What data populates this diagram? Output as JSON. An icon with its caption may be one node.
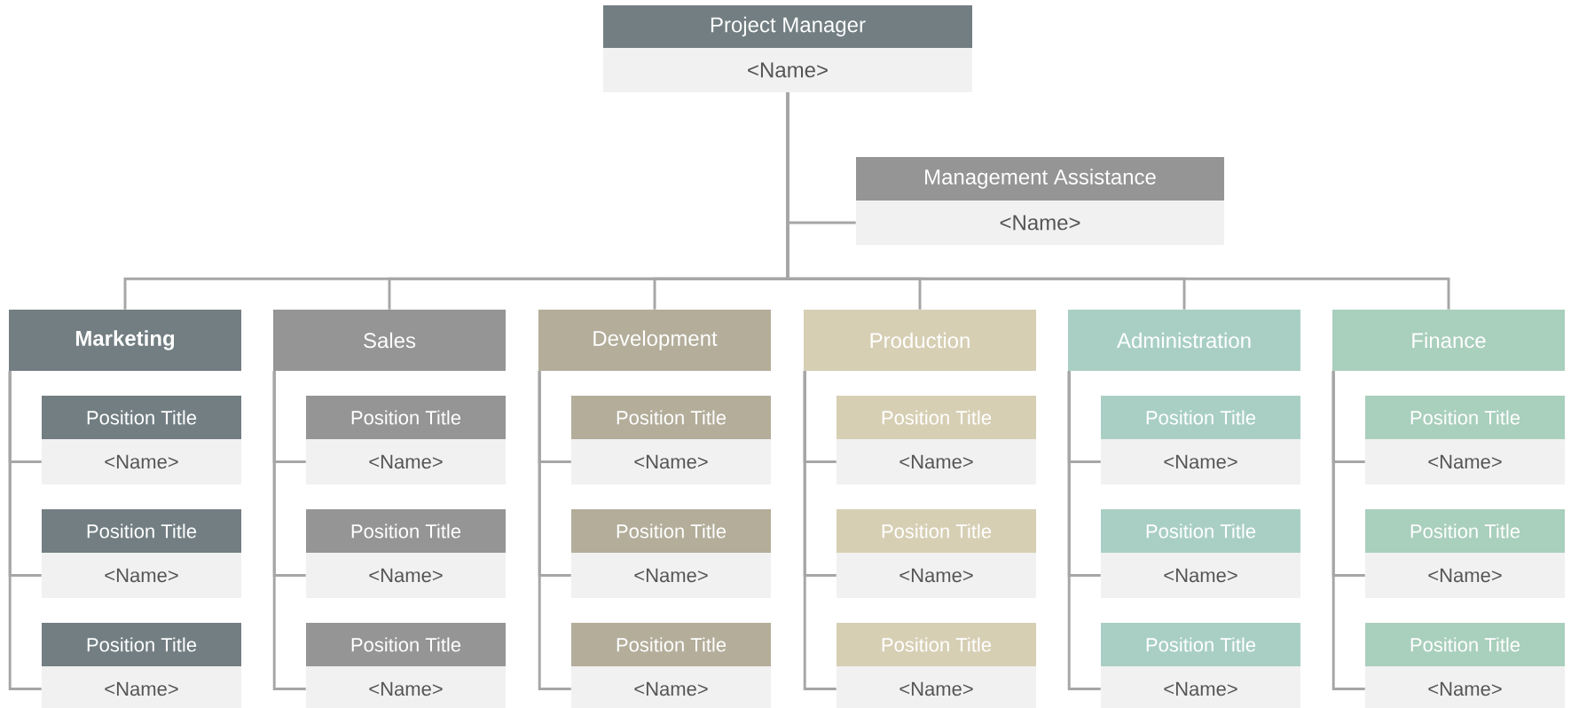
{
  "diagram": {
    "nodes": [
      {
        "text": [
          "Project Manager",
          "<Name>"
        ]
      },
      {
        "text": [
          "Management Assistance",
          "<Name>"
        ]
      },
      {
        "text": [
          "Marketing"
        ]
      },
      {
        "text": [
          "Position Title",
          "<Name>"
        ]
      },
      {
        "text": [
          "Position Title",
          "<Name>"
        ]
      },
      {
        "text": [
          "Position Title",
          "<Name>"
        ]
      },
      {
        "text": [
          "Sales"
        ]
      },
      {
        "text": [
          "Position Title",
          "<Name>"
        ]
      },
      {
        "text": [
          "Position Title",
          "<Name>"
        ]
      },
      {
        "text": [
          "Position Title",
          "<Name>"
        ]
      },
      {
        "text": [
          "Development"
        ]
      },
      {
        "text": [
          "Position Title",
          "<Name>"
        ]
      },
      {
        "text": [
          "Position Title",
          "<Name>"
        ]
      },
      {
        "text": [
          "Position Title",
          "<Name>"
        ]
      },
      {
        "text": [
          "Production"
        ]
      },
      {
        "text": [
          "Position Title",
          "<Name>"
        ]
      },
      {
        "text": [
          "Position Title",
          "<Name>"
        ]
      },
      {
        "text": [
          "Position Title",
          "<Name>"
        ]
      },
      {
        "text": [
          "Administration"
        ]
      },
      {
        "text": [
          "Position Title",
          "<Name>"
        ]
      },
      {
        "text": [
          "Position Title",
          "<Name>"
        ]
      },
      {
        "text": [
          "Position Title",
          "<Name>"
        ]
      },
      {
        "text": [
          "Finance"
        ]
      },
      {
        "text": [
          "Position Title",
          "<Name>"
        ]
      },
      {
        "text": [
          "Position Title",
          "<Name>"
        ]
      },
      {
        "text": [
          "Position Title",
          "<Name>"
        ]
      }
    ],
    "edges": [
      {
        "from": 0,
        "to": 1,
        "arrow": "none"
      },
      {
        "from": 0,
        "to": 2,
        "arrow": "none"
      },
      {
        "from": 0,
        "to": 6,
        "arrow": "none"
      },
      {
        "from": 0,
        "to": 10,
        "arrow": "none"
      },
      {
        "from": 0,
        "to": 14,
        "arrow": "none"
      },
      {
        "from": 0,
        "to": 18,
        "arrow": "none"
      },
      {
        "from": 0,
        "to": 22,
        "arrow": "none"
      },
      {
        "from": 2,
        "to": 3,
        "arrow": "none"
      },
      {
        "from": 2,
        "to": 4,
        "arrow": "none"
      },
      {
        "from": 2,
        "to": 5,
        "arrow": "none"
      },
      {
        "from": 6,
        "to": 7,
        "arrow": "none"
      },
      {
        "from": 6,
        "to": 8,
        "arrow": "none"
      },
      {
        "from": 6,
        "to": 9,
        "arrow": "none"
      },
      {
        "from": 10,
        "to": 11,
        "arrow": "none"
      },
      {
        "from": 10,
        "to": 12,
        "arrow": "none"
      },
      {
        "from": 10,
        "to": 13,
        "arrow": "none"
      },
      {
        "from": 14,
        "to": 15,
        "arrow": "none"
      },
      {
        "from": 14,
        "to": 16,
        "arrow": "none"
      },
      {
        "from": 14,
        "to": 17,
        "arrow": "none"
      },
      {
        "from": 18,
        "to": 19,
        "arrow": "none"
      },
      {
        "from": 18,
        "to": 20,
        "arrow": "none"
      },
      {
        "from": 18,
        "to": 21,
        "arrow": "none"
      },
      {
        "from": 22,
        "to": 23,
        "arrow": "none"
      },
      {
        "from": 22,
        "to": 24,
        "arrow": "none"
      },
      {
        "from": 22,
        "to": 25,
        "arrow": "none"
      }
    ]
  }
}
